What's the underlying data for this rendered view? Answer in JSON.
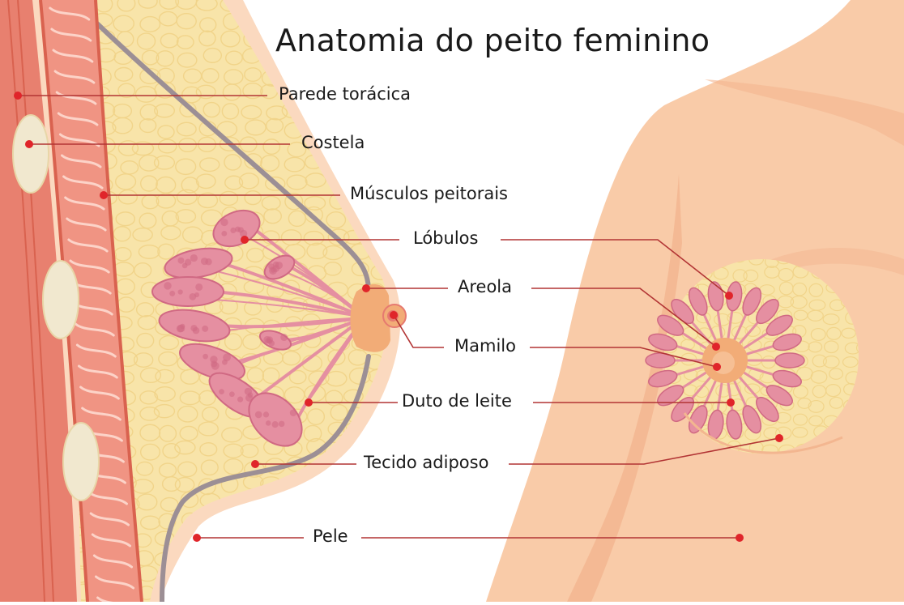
{
  "title": "Anatomia do peito feminino",
  "colors": {
    "skin": "#f9cba8",
    "skin_light": "#fbd9bf",
    "skin_shadow": "#f3b690",
    "muscle": "#e8806f",
    "muscle_dark": "#d9624f",
    "rib": "#f1e8cf",
    "fat": "#f8e4a9",
    "fat_cell_stroke": "#f1d48a",
    "lobule": "#e58fa1",
    "lobule_dark": "#d06983",
    "areola": "#f2ac77",
    "nipple": "#e67a70",
    "outline": "#9c8f95",
    "marker": "#e0252a",
    "leader": "#b23434"
  },
  "labels": {
    "parede": "Parede torácica",
    "costela": "Costela",
    "musculos": "Músculos peitorais",
    "lobulos": "Lóbulos",
    "areola": "Areola",
    "mamilo": "Mamilo",
    "duto": "Duto de leite",
    "tecido": "Tecido adiposo",
    "pele": "Pele"
  }
}
